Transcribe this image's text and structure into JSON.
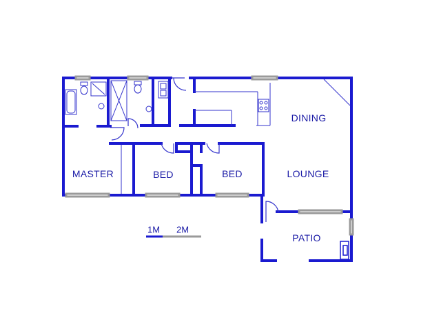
{
  "colors": {
    "wall": "#1a1ad0",
    "thin_line": "#3333cc",
    "window": "#9a9a9a",
    "scale_primary": "#1a1ad0",
    "scale_secondary": "#9a9a9a",
    "label": "#1a1aa6"
  },
  "rooms": {
    "master": "MASTER",
    "bed_1": "BED",
    "bed_2": "BED",
    "dining": "DINING",
    "lounge": "LOUNGE",
    "patio": "PATIO"
  },
  "scale": {
    "label_1": "1M",
    "label_2": "2M"
  },
  "icons": [
    "bathtub-icon",
    "toilet-icon",
    "shower-icon",
    "basin-icon",
    "sink-icon",
    "stove-icon",
    "fireplace-icon"
  ]
}
